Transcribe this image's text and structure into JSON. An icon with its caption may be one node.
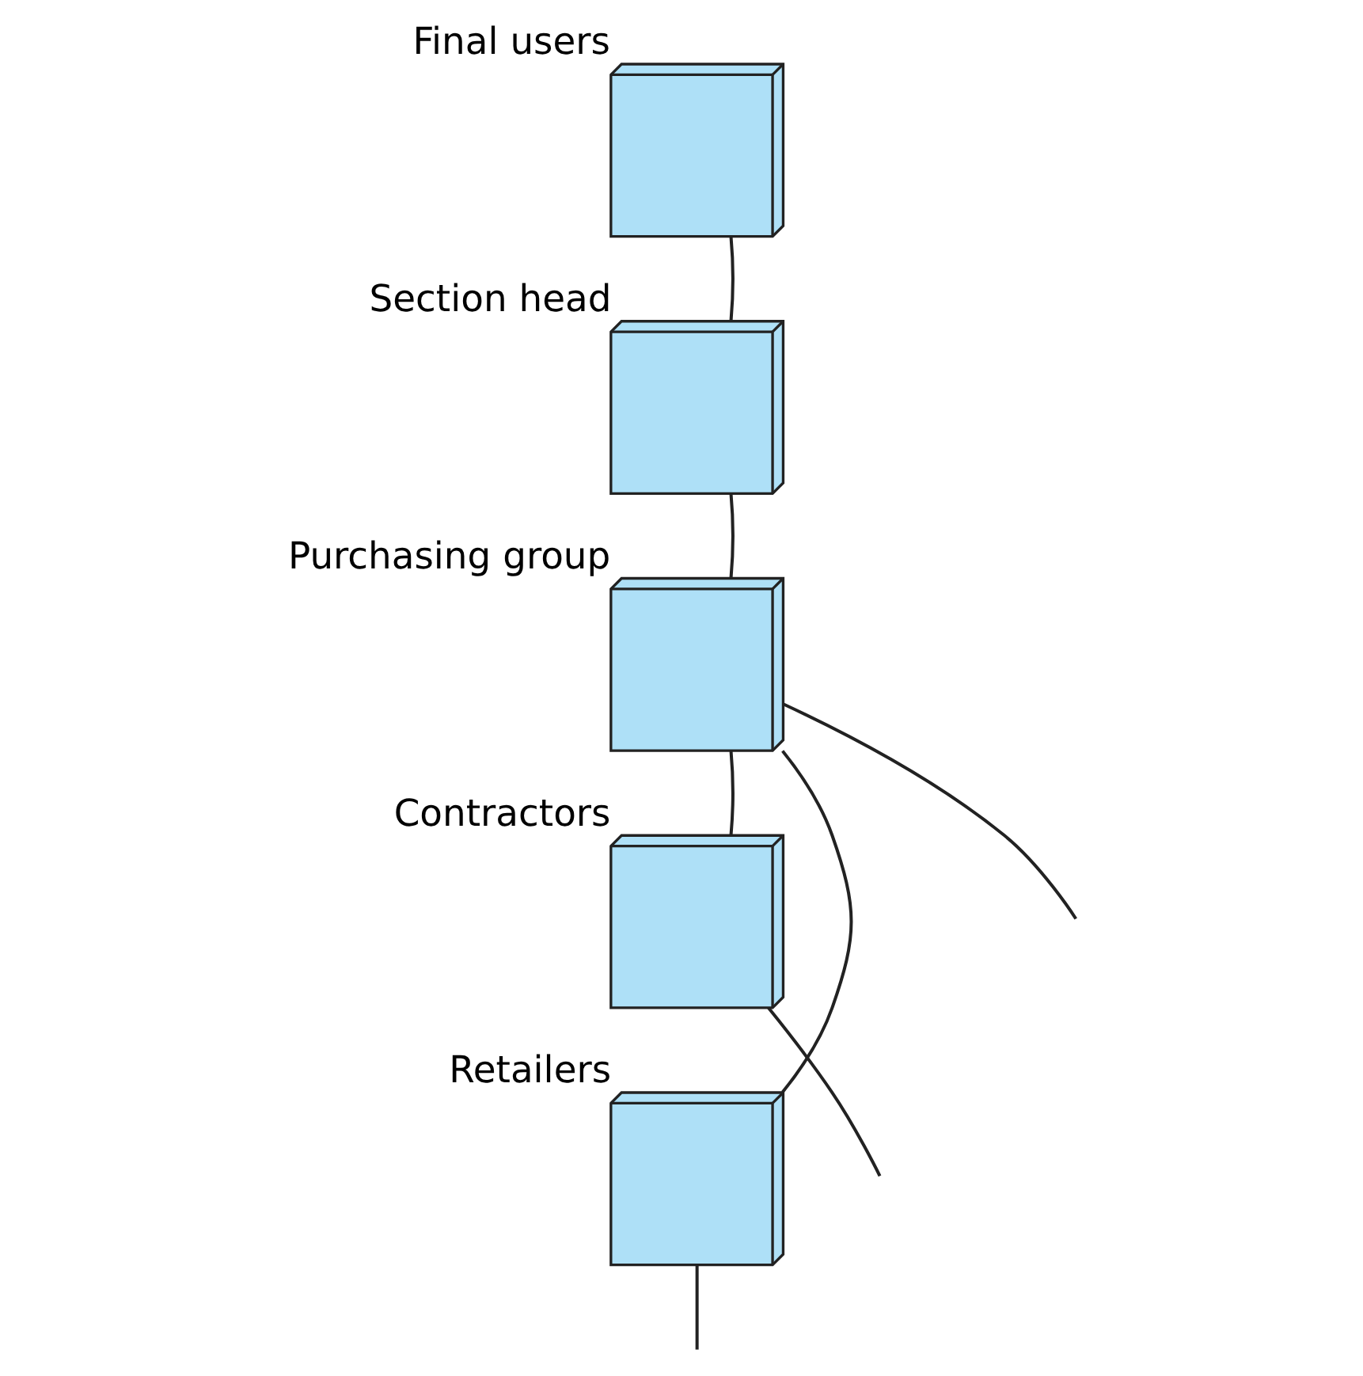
{
  "diagram": {
    "nodes": [
      {
        "text": [],
        "shape": "cube",
        "beside": [
          "Final users"
        ]
      },
      {
        "text": [],
        "shape": "cube",
        "beside": [
          "Section head"
        ]
      },
      {
        "text": [],
        "shape": "cube",
        "beside": [
          "Purchasing group"
        ]
      },
      {
        "text": [],
        "shape": "cube",
        "beside": [
          "Contractors"
        ]
      },
      {
        "text": [],
        "shape": "cube",
        "beside": [
          "Retailers"
        ]
      }
    ],
    "edges": [
      {
        "from": 0,
        "to": 1,
        "arrow": "none"
      },
      {
        "from": 1,
        "to": 2,
        "arrow": "none"
      },
      {
        "from": 2,
        "to": 3,
        "arrow": "none"
      },
      {
        "from": 2,
        "to": 4,
        "arrow": "none"
      },
      {
        "from": 2,
        "to": null,
        "arrow": "none"
      },
      {
        "from": 3,
        "to": null,
        "arrow": "none"
      },
      {
        "from": 4,
        "to": null,
        "arrow": "none"
      }
    ]
  }
}
